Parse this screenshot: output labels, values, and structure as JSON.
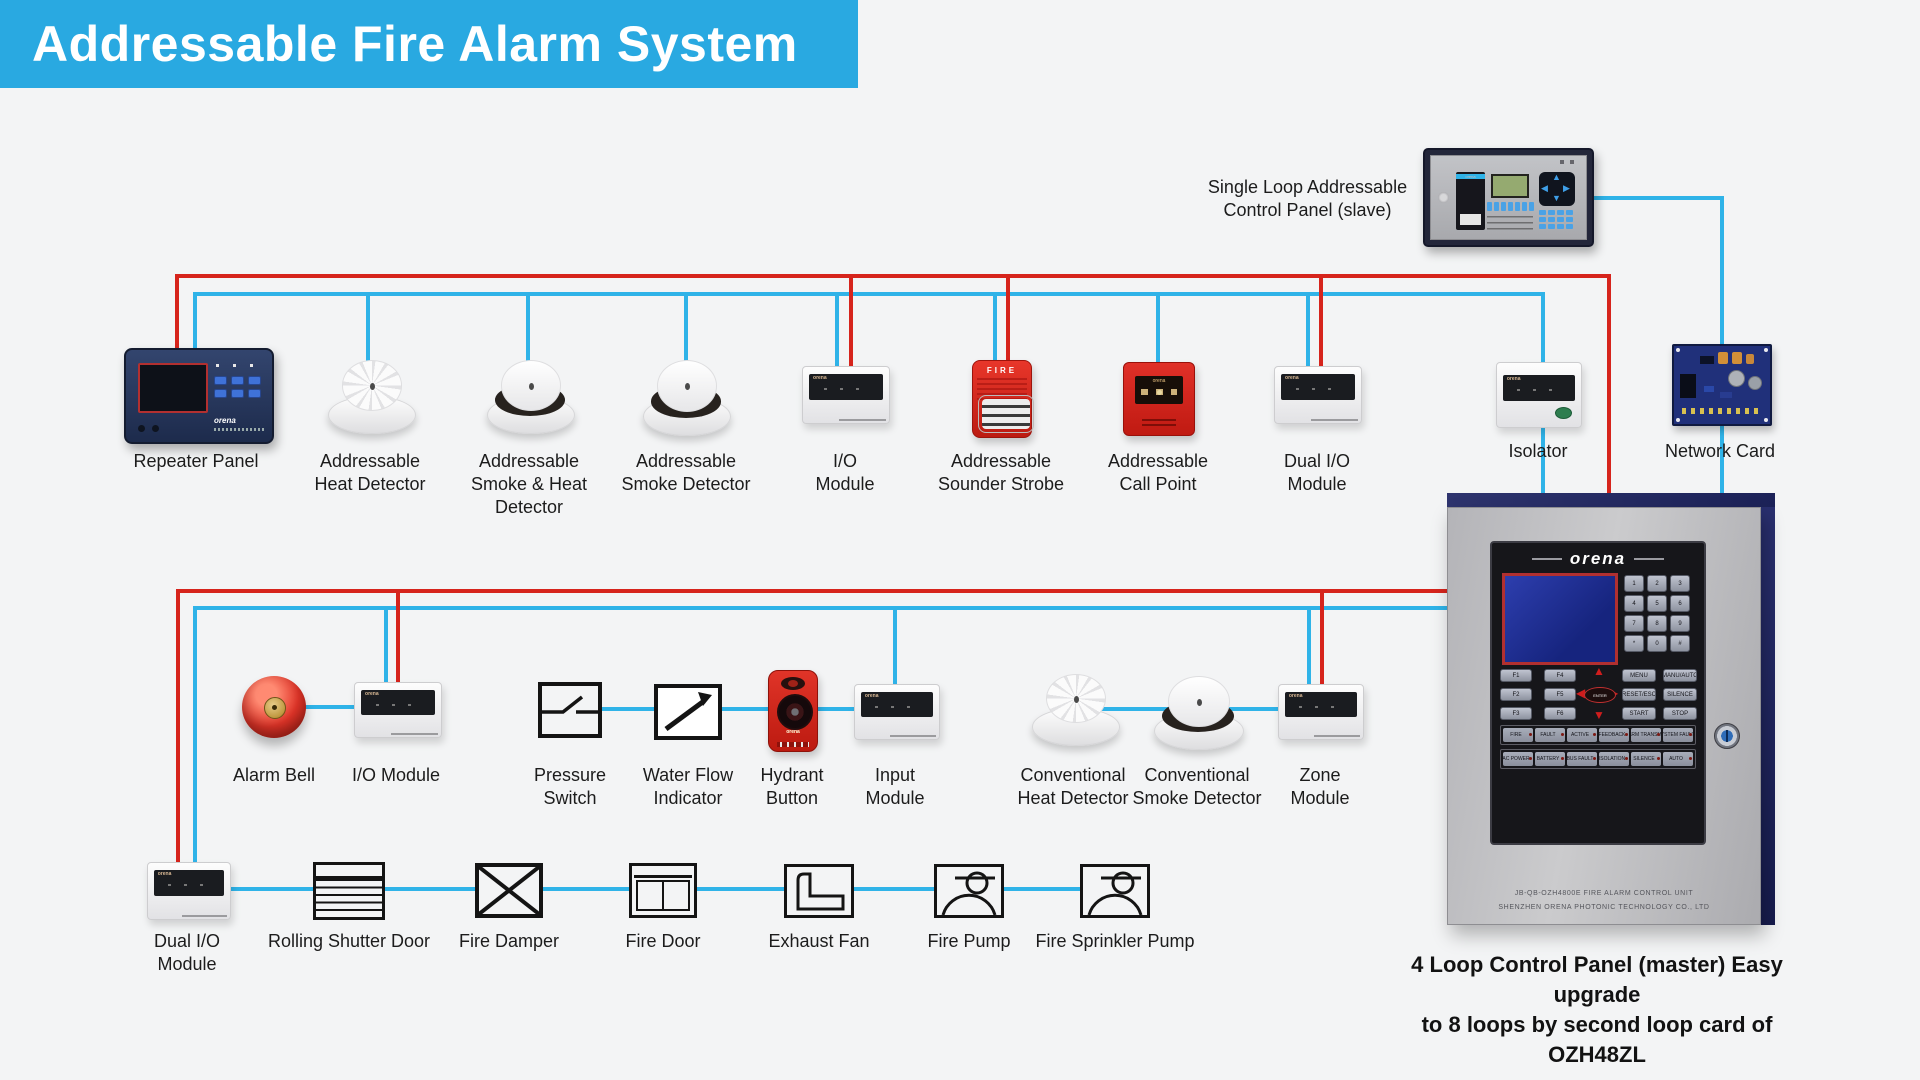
{
  "title": "Addressable Fire Alarm System",
  "colors": {
    "banner": "#29a9e1",
    "wire_red": "#d6241c",
    "wire_blue": "#2fb3e8"
  },
  "brand": "orena",
  "strobe_text": "FIRE",
  "slave_panel": {
    "label": [
      "Single Loop Addressable",
      "Control Panel (slave)"
    ]
  },
  "labels": {
    "repeater": [
      "Repeater Panel"
    ],
    "heat": [
      "Addressable",
      "Heat Detector"
    ],
    "smokeheat": [
      "Addressable",
      "Smoke & Heat",
      "Detector"
    ],
    "smoke": [
      "Addressable",
      "Smoke Detector"
    ],
    "io1": [
      "I/O",
      "Module"
    ],
    "strobe": [
      "Addressable",
      "Sounder Strobe"
    ],
    "callpoint": [
      "Addressable",
      "Call Point"
    ],
    "dualio1": [
      "Dual I/O",
      "Module"
    ],
    "isolator": [
      "Isolator"
    ],
    "netcard": [
      "Network Card"
    ],
    "bell": [
      "Alarm Bell"
    ],
    "io2": [
      "I/O Module"
    ],
    "pressure": [
      "Pressure",
      "Switch"
    ],
    "waterflow": [
      "Water Flow",
      "Indicator"
    ],
    "hydrant": [
      "Hydrant",
      "Button"
    ],
    "input": [
      "Input",
      "Module"
    ],
    "convheat": [
      "Conventional",
      "Heat Detector"
    ],
    "convsmoke": [
      "Conventional",
      "Smoke Detector"
    ],
    "zone": [
      "Zone",
      "Module"
    ],
    "dualio2": [
      "Dual I/O",
      "Module"
    ],
    "shutter": [
      "Rolling Shutter Door"
    ],
    "damper": [
      "Fire Damper"
    ],
    "firedoor": [
      "Fire Door"
    ],
    "exhaust": [
      "Exhaust Fan"
    ],
    "firepump": [
      "Fire Pump"
    ],
    "sprinkler": [
      "Fire Sprinkler Pump"
    ]
  },
  "master_panel": {
    "brand": "orena",
    "caption": [
      "4 Loop Control Panel (master) Easy upgrade",
      "to 8 loops by second loop card of OZH48ZL"
    ],
    "keypad": [
      "1",
      "2",
      "3",
      "4",
      "5",
      "6",
      "7",
      "8",
      "9",
      "*",
      "0",
      "#"
    ],
    "fkeys": [
      "F1",
      "F2",
      "F3",
      "F4",
      "F5",
      "F6"
    ],
    "enter": "ENTER",
    "menu": [
      "MENU",
      "RESET/ESC",
      "START"
    ],
    "mode": [
      "MANU/AUTO",
      "SILENCE",
      "STOP"
    ],
    "indicators_row1": [
      "FIRE",
      "FAULT",
      "ACTIVE",
      "FEEDBACK",
      "ALARM TRANSMIT",
      "SYSTEM FAULT"
    ],
    "indicators_row2": [
      "AC POWER",
      "BATTERY",
      "BUS FAULT",
      "ISOLATION",
      "SILENCE",
      "AUTO"
    ],
    "print": [
      "JB-QB-OZH4800E FIRE ALARM CONTROL UNIT",
      "SHENZHEN ORENA PHOTONIC TECHNOLOGY CO., LTD"
    ]
  }
}
